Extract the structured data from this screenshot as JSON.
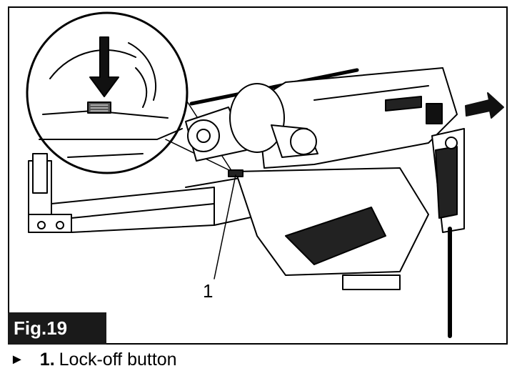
{
  "figure": {
    "callout_number": "1",
    "label": "Fig.19"
  },
  "caption": {
    "bullet": "►",
    "item_number": "1.",
    "item_text": "Lock-off button"
  }
}
